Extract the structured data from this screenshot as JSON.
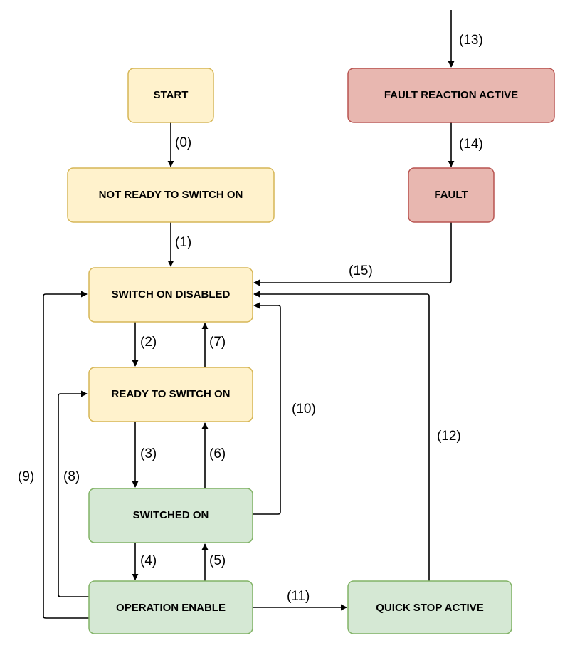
{
  "colors": {
    "yellow_fill": "#fff2cc",
    "yellow_stroke": "#d6b656",
    "green_fill": "#d5e8d4",
    "green_stroke": "#82b366",
    "red_fill": "#e8b7b0",
    "red_stroke": "#b85450",
    "line": "#000000"
  },
  "states": {
    "start": "START",
    "not_ready": "NOT READY TO SWITCH ON",
    "switch_on_disabled": "SWITCH ON DISABLED",
    "ready_to_switch_on": "READY TO SWITCH ON",
    "switched_on": "SWITCHED ON",
    "operation_enable": "OPERATION ENABLE",
    "quick_stop_active": "QUICK STOP ACTIVE",
    "fault_reaction_active": "FAULT REACTION ACTIVE",
    "fault": "FAULT"
  },
  "transitions": {
    "t0": "(0)",
    "t1": "(1)",
    "t2": "(2)",
    "t3": "(3)",
    "t4": "(4)",
    "t5": "(5)",
    "t6": "(6)",
    "t7": "(7)",
    "t8": "(8)",
    "t9": "(9)",
    "t10": "(10)",
    "t11": "(11)",
    "t12": "(12)",
    "t13": "(13)",
    "t14": "(14)",
    "t15": "(15)"
  }
}
